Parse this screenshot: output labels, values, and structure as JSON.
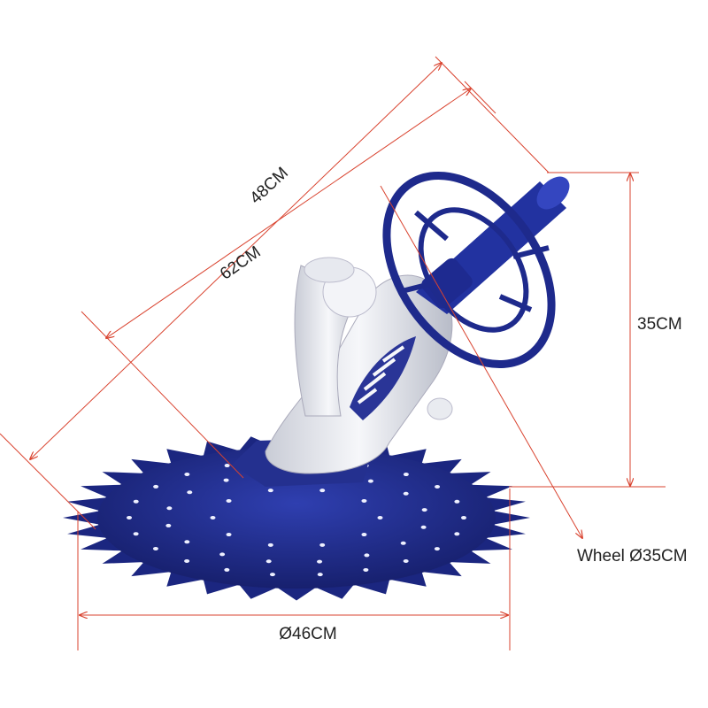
{
  "labels": {
    "length_diagonal": "48CM",
    "length_total": "62CM",
    "height": "35CM",
    "wheel_diameter": "Wheel Ø35CM",
    "disc_diameter": "Ø46CM"
  },
  "colors": {
    "dimension_line": "#d9432f",
    "disc_blue": "#1e2a8c",
    "body_white": "#eef0f4"
  }
}
